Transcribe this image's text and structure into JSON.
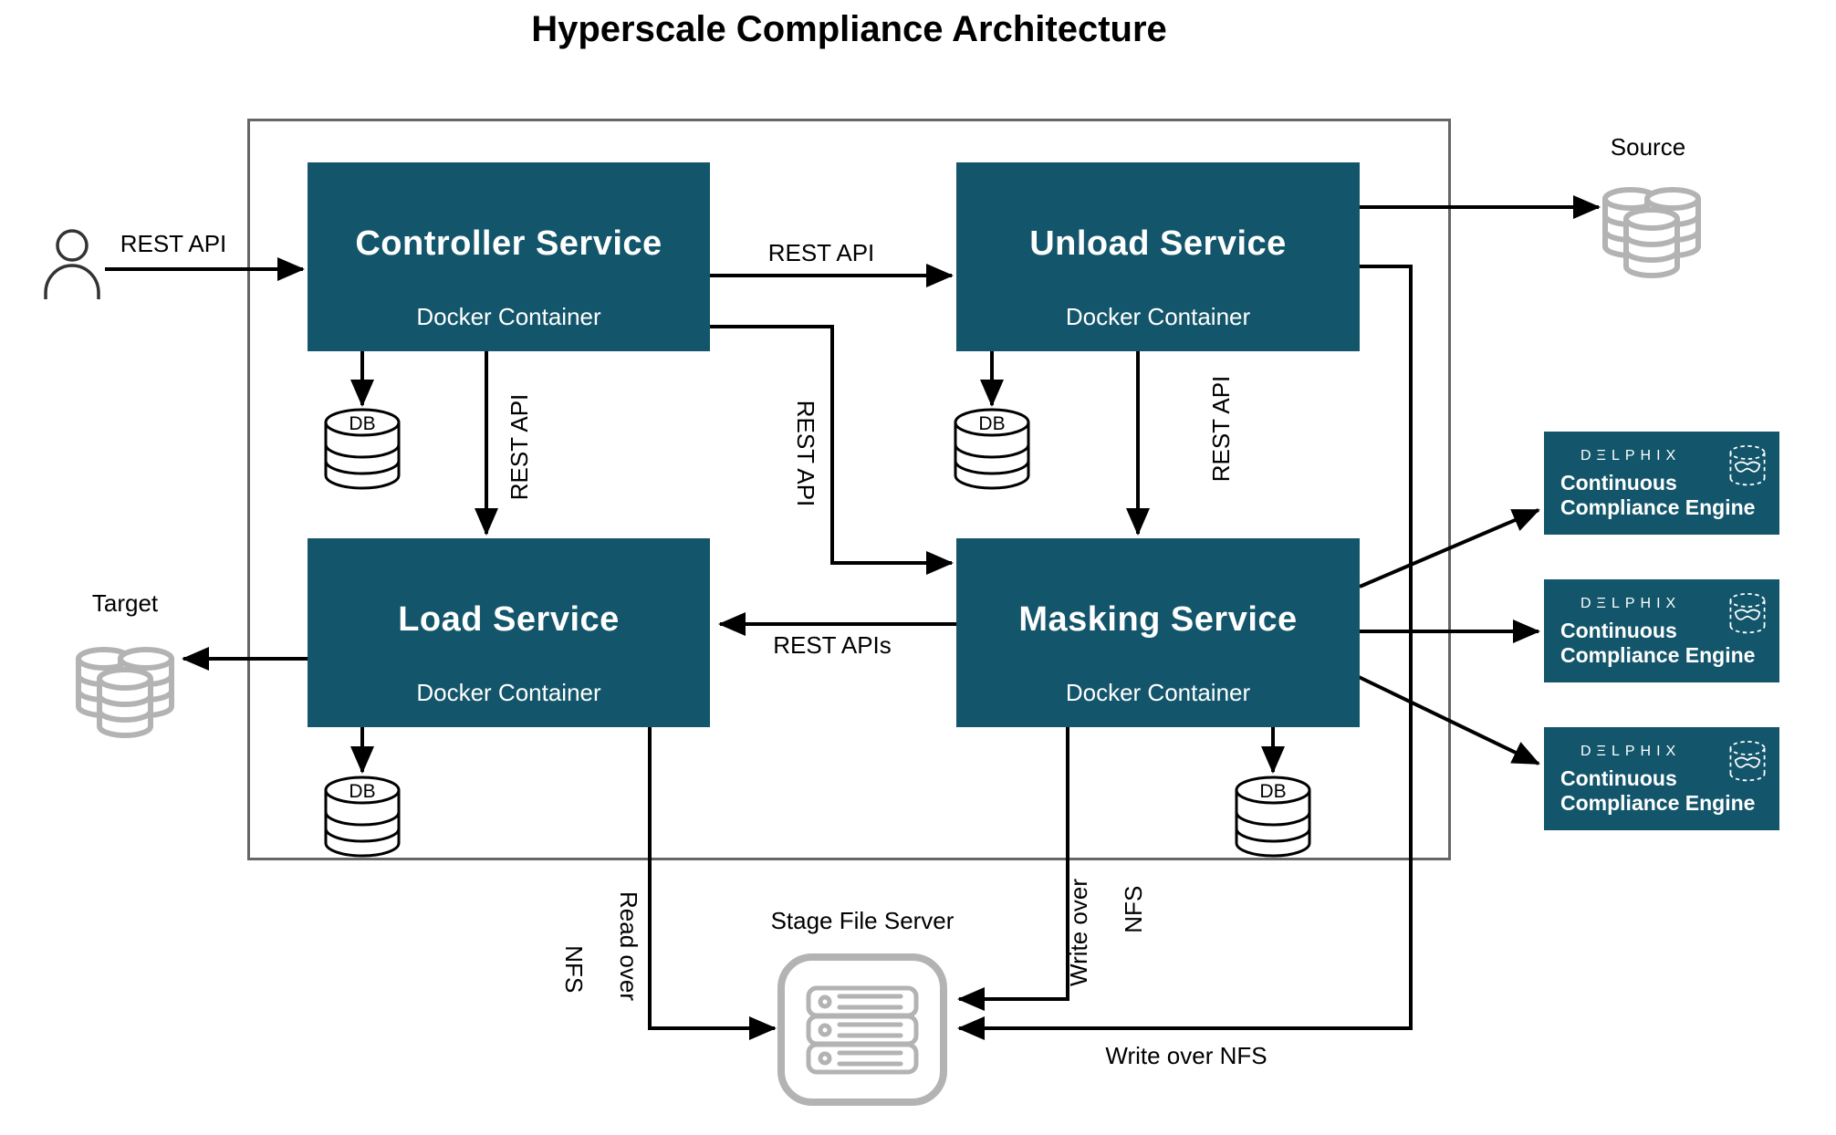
{
  "title": "Hyperscale Compliance Architecture",
  "colors": {
    "service_teal": "#13566B",
    "icon_gray": "#B3B3B3",
    "line_black": "#000000",
    "frame_gray": "#666666",
    "text_white": "#FFFFFF"
  },
  "nodes": {
    "controller": {
      "title": "Controller Service",
      "subtitle": "Docker Container"
    },
    "unload": {
      "title": "Unload Service",
      "subtitle": "Docker Container"
    },
    "load": {
      "title": "Load Service",
      "subtitle": "Docker Container"
    },
    "masking": {
      "title": "Masking Service",
      "subtitle": "Docker Container"
    }
  },
  "db_label": "DB",
  "externals": {
    "source_label": "Source",
    "target_label": "Target",
    "stage_label": "Stage File Server"
  },
  "engine": {
    "logo": "DΞLPHIX",
    "line1": "Continuous",
    "line2": "Compliance Engine"
  },
  "edges": {
    "user_rest_api": "REST API",
    "controller_unload": "REST API",
    "controller_load": "REST API",
    "controller_masking": "REST API",
    "unload_masking": "REST API",
    "masking_load": "REST APIs",
    "read_over_line1": "Read over",
    "read_over_line2": "NFS",
    "write_over_line1": "Write over",
    "write_over_line2": "NFS",
    "write_over_nfs": "Write over NFS"
  }
}
